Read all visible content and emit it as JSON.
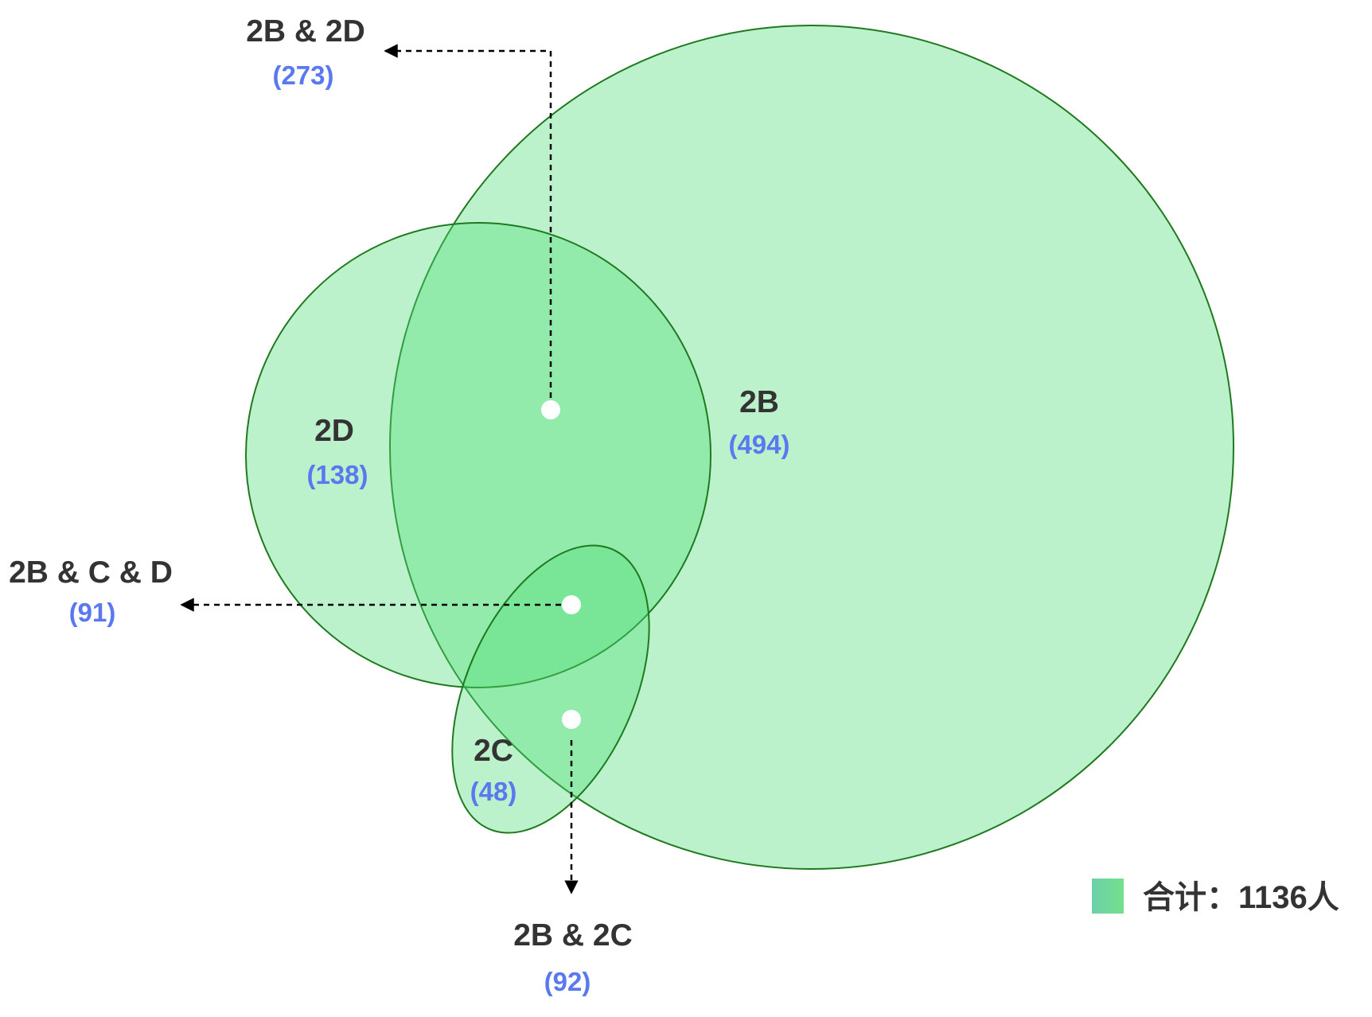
{
  "diagram": {
    "type": "venn",
    "colors": {
      "region_fill": "#8ee8a8",
      "stroke": "#1f7a1f",
      "count_text": "#5a78f0",
      "name_text": "#333333",
      "dot": "#ffffff",
      "legend_swatch": "#6cd9a0"
    },
    "sets": [
      {
        "id": "2B",
        "label": "2B",
        "count": "(494)"
      },
      {
        "id": "2D",
        "label": "2D",
        "count": "(138)"
      },
      {
        "id": "2C",
        "label": "2C",
        "count": "(48)"
      }
    ],
    "intersections": [
      {
        "id": "2B&2D",
        "label": "2B & 2D",
        "count": "(273)"
      },
      {
        "id": "2B&C&D",
        "label": "2B & C & D",
        "count": "(91)"
      },
      {
        "id": "2B&2C",
        "label": "2B & 2C",
        "count": "(92)"
      }
    ],
    "legend": {
      "label": "合计：1136人"
    }
  }
}
